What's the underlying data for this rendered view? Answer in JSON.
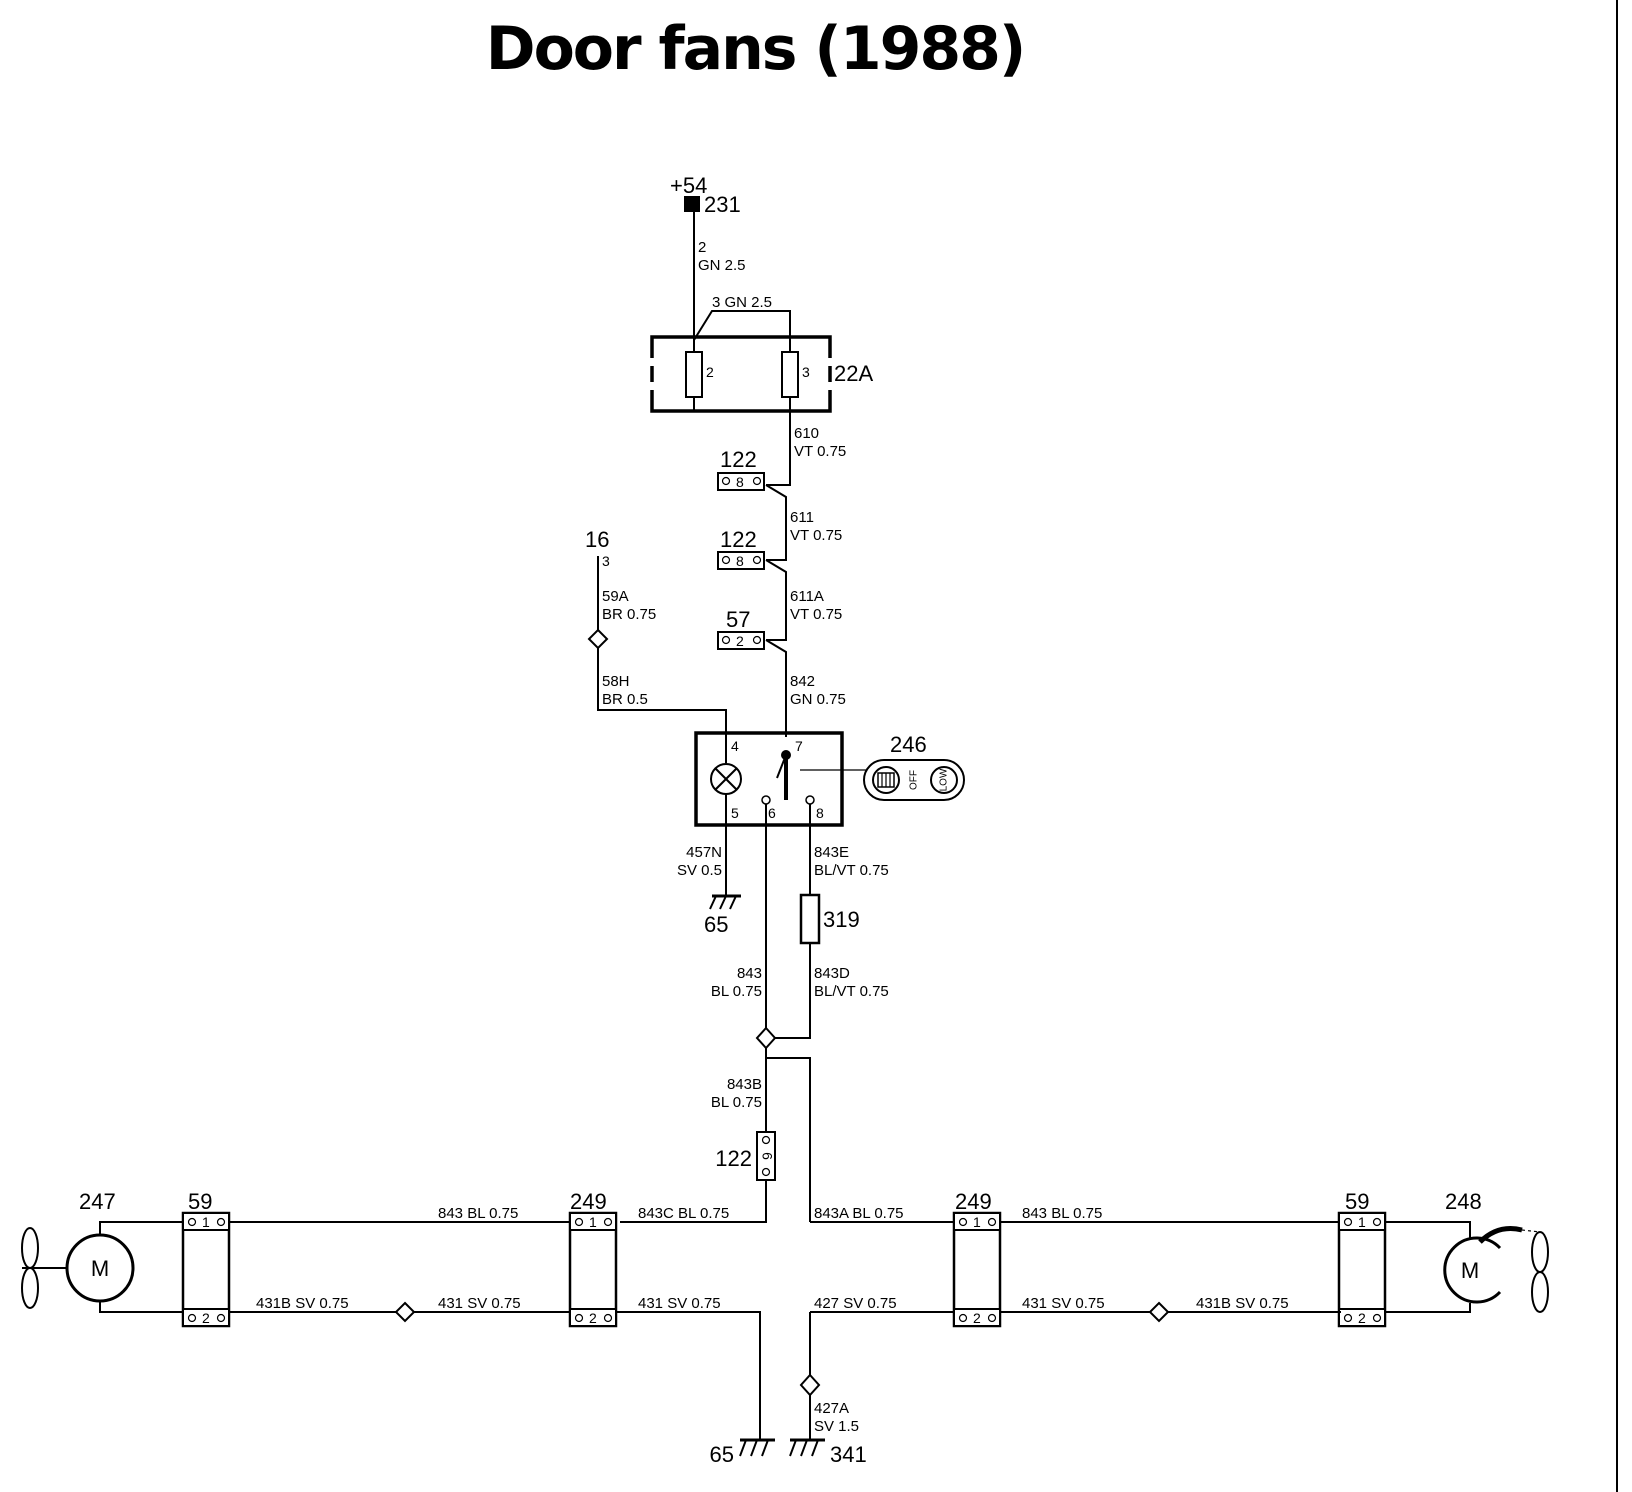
{
  "title": "Door fans (1988)",
  "supply": {
    "voltage": "+54",
    "id": "231"
  },
  "components": {
    "fusebox": "22A",
    "fuse_pins": [
      "2",
      "3"
    ],
    "connectors": [
      "122",
      "122",
      "57",
      "122",
      "59",
      "249",
      "249",
      "59"
    ],
    "connector_pins": {
      "c122a": "8",
      "c122b": "8",
      "c57": "2",
      "c122c": "6",
      "pin1": "1",
      "pin2": "2"
    },
    "switch": "246",
    "switch_pins": [
      "4",
      "7",
      "5",
      "6",
      "8"
    ],
    "switch_knob": {
      "off": "OFF",
      "low": "LOW"
    },
    "resistor": "319",
    "splice_source": "16",
    "splice_source_pin": "3",
    "ground_switch": "65",
    "ground_left": "65",
    "ground_right": "341",
    "motor_left": "247",
    "motor_right": "248",
    "motor_symbol": "M"
  },
  "wires": {
    "w2": [
      "2",
      "GN 2.5"
    ],
    "w3": "3  GN  2.5",
    "w610": [
      "610",
      "VT  0.75"
    ],
    "w611": [
      "611",
      "VT  0.75"
    ],
    "w611A": [
      "611A",
      "VT  0.75"
    ],
    "w59A": [
      "59A",
      "BR  0.75"
    ],
    "w58H": [
      "58H",
      "BR  0.5"
    ],
    "w842": [
      "842",
      "GN  0.75"
    ],
    "w457N": [
      "457N",
      "SV  0.5"
    ],
    "w843E": [
      "843E",
      "BL/VT  0.75"
    ],
    "w843": [
      "843",
      "BL  0.75"
    ],
    "w843D": [
      "843D",
      "BL/VT  0.75"
    ],
    "w843B": [
      "843B",
      "BL  0.75"
    ],
    "h843_left": "843  BL  0.75",
    "h843C": "843C  BL  0.75",
    "h843A": "843A  BL  0.75",
    "h843_right": "843  BL  0.75",
    "h431B_left": "431B  SV  0.75",
    "h431_left_a": "431  SV  0.75",
    "h431_left_b": "431  SV  0.75",
    "h427": "427  SV  0.75",
    "h431_right": "431  SV  0.75",
    "h431B_right": "431B  SV  0.75",
    "w427A": [
      "427A",
      "SV  1.5"
    ]
  }
}
